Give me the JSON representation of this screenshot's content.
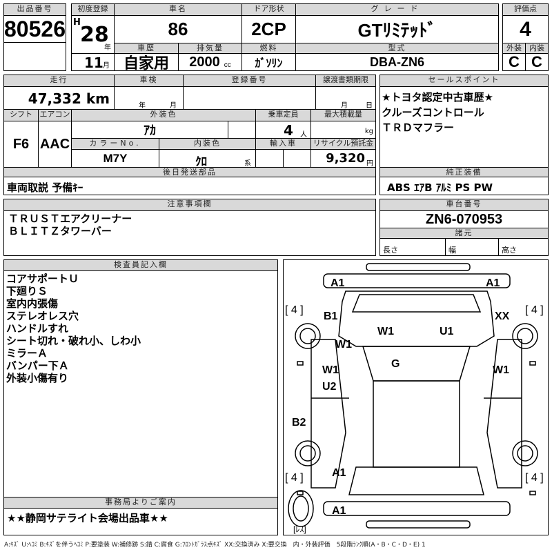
{
  "lot": {
    "label": "出品番号",
    "value": "80526"
  },
  "first_reg": {
    "label": "初度登録",
    "era": "H",
    "year": "28",
    "year_unit": "年",
    "month": "11",
    "month_unit": "月"
  },
  "car_name": {
    "label": "車名",
    "value": "86"
  },
  "door": {
    "label": "ドア形状",
    "value": "2CP"
  },
  "grade": {
    "label": "グレード",
    "value": "GTﾘﾐﾃｯﾄﾞ"
  },
  "history": {
    "label": "車歴",
    "value": "自家用"
  },
  "displacement": {
    "label": "排気量",
    "value": "2000",
    "unit": "cc"
  },
  "fuel": {
    "label": "燃料",
    "value": "ｶﾞｿﾘﾝ"
  },
  "model": {
    "label": "型式",
    "value": "DBA-ZN6"
  },
  "score": {
    "label": "評価点",
    "value": "4",
    "ext_label": "外装",
    "int_label": "内装",
    "ext": "C",
    "int": "C"
  },
  "mileage": {
    "label": "走行",
    "value": "47,332",
    "unit": "km"
  },
  "inspection": {
    "label": "車検",
    "year_unit": "年",
    "month_unit": "月"
  },
  "reg_no": {
    "label": "登録番号"
  },
  "transfer": {
    "label": "譲渡書類期限",
    "month_unit": "月",
    "day_unit": "日"
  },
  "shift": {
    "label": "シフト",
    "value": "F6"
  },
  "ac": {
    "label": "エアコン",
    "value": "AAC"
  },
  "ext_color": {
    "label": "外装色",
    "value": "ｱｶ"
  },
  "capacity": {
    "label": "乗車定員",
    "value": "4",
    "unit": "人"
  },
  "max_load": {
    "label": "最大積載量",
    "unit": "kg"
  },
  "color_no": {
    "label": "カラーNo.",
    "value": "M7Y"
  },
  "int_color": {
    "label": "内装色",
    "value": "ｸﾛ",
    "suffix": "系"
  },
  "import": {
    "label": "輸入車"
  },
  "recycle": {
    "label": "リサイクル預託金",
    "value": "9,320",
    "unit": "円"
  },
  "later_parts": {
    "label": "後日発送部品",
    "value": "車両取説 予備ｷｰ"
  },
  "sales_points": {
    "label": "セールスポイント",
    "items": [
      "★トヨタ認定中古車歴★",
      "クルーズコントロール",
      "ＴＲＤマフラー"
    ]
  },
  "equipment": {
    "label": "純正装備",
    "value": "ABS ｴｱB ｱﾙﾐ PS PW"
  },
  "notes": {
    "label": "注意事項欄",
    "items": [
      "ＴＲＵＳＴエアクリーナー",
      "ＢＬＩＴＺタワーバー"
    ]
  },
  "chassis": {
    "label": "車台番号",
    "value": "ZN6-070953",
    "spec_label": "諸元",
    "length": "長さ",
    "width": "幅",
    "height": "高さ"
  },
  "inspector": {
    "label": "検査員記入欄",
    "items": [
      "コアサポートＵ",
      "下廻りＳ",
      "室内内張傷",
      "ステレオレス穴",
      "ハンドルすれ",
      "シート切れ・破れ小、しわ小",
      "ミラーＡ",
      "バンパー下Ａ",
      "外装小傷有り"
    ]
  },
  "office": {
    "label": "事務局よりご案内",
    "value": "★★静岡サテライト会場出品車★★"
  },
  "diagram": {
    "marks": [
      "A1",
      "A1",
      "[ 4 ]",
      "[ 4 ]",
      "B1",
      "XX",
      "W1",
      "U1",
      "W1",
      "G",
      "W1",
      "W1",
      "U2",
      "B2",
      "[ 4 ]",
      "A1",
      "[ 4 ]",
      "A1",
      "[ﾚｽ]"
    ]
  },
  "legend": "A:ｷｽﾞ U:ﾍｺﾐ B:ｷｽﾞを伴うﾍｺﾐ P:要塗装 W:補修跡 S:錆 C:腐食 G:ﾌﾛﾝﾄｶﾞﾗｽ点ｷｽﾞ XX:交換済み X:要交換　内・外装評価　5段階ﾗﾝｸ順(A・B・C・D・E) 1"
}
